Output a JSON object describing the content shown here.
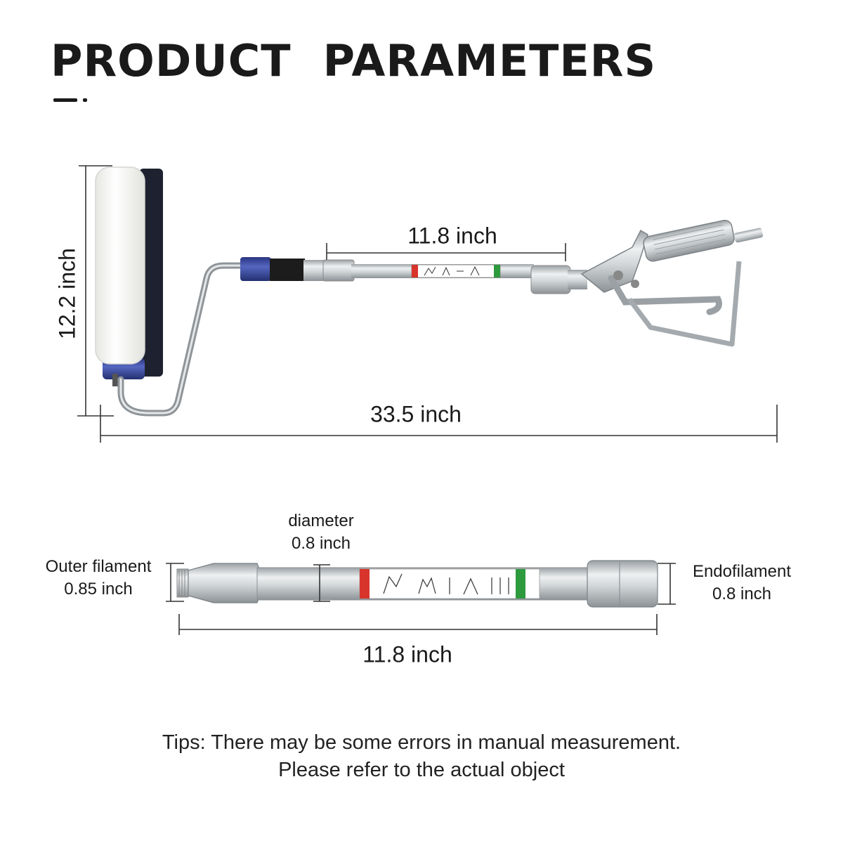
{
  "title": "PRODUCT  PARAMETERS",
  "dimensions": {
    "roller_height": "12.2 inch",
    "pole_section": "11.8 inch",
    "total_length": "33.5 inch",
    "extension_length": "11.8 inch"
  },
  "extension_specs": {
    "diameter_label": "diameter",
    "diameter_value": "0.8 inch",
    "outer_label": "Outer filament",
    "outer_value": "0.85 inch",
    "endo_label": "Endofilament",
    "endo_value": "0.8 inch"
  },
  "tips": {
    "line1": "Tips: There may be some errors in manual measurement.",
    "line2": "Please refer to the actual object"
  },
  "colors": {
    "text": "#1a1a1a",
    "roller_cover": "#f6f6f4",
    "roller_frame": "#1e2230",
    "connector_blue": "#3a4a9c",
    "metal": "#cfd3d6",
    "warning_red": "#d8342c",
    "instructions_green": "#2e9a3e"
  }
}
